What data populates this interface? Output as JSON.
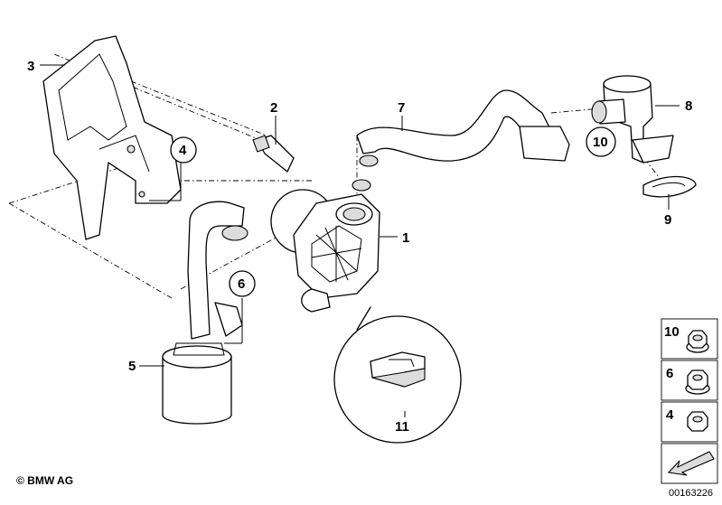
{
  "callouts": {
    "c1": "1",
    "c2": "2",
    "c3": "3",
    "c4": "4",
    "c5": "5",
    "c6": "6",
    "c7": "7",
    "c8": "8",
    "c9": "9",
    "c10": "10",
    "c11": "11"
  },
  "legend": {
    "items": [
      {
        "label": "10"
      },
      {
        "label": "6"
      },
      {
        "label": "4"
      }
    ]
  },
  "footer": {
    "copyright": "© BMW AG",
    "doc_id": "00163226"
  }
}
